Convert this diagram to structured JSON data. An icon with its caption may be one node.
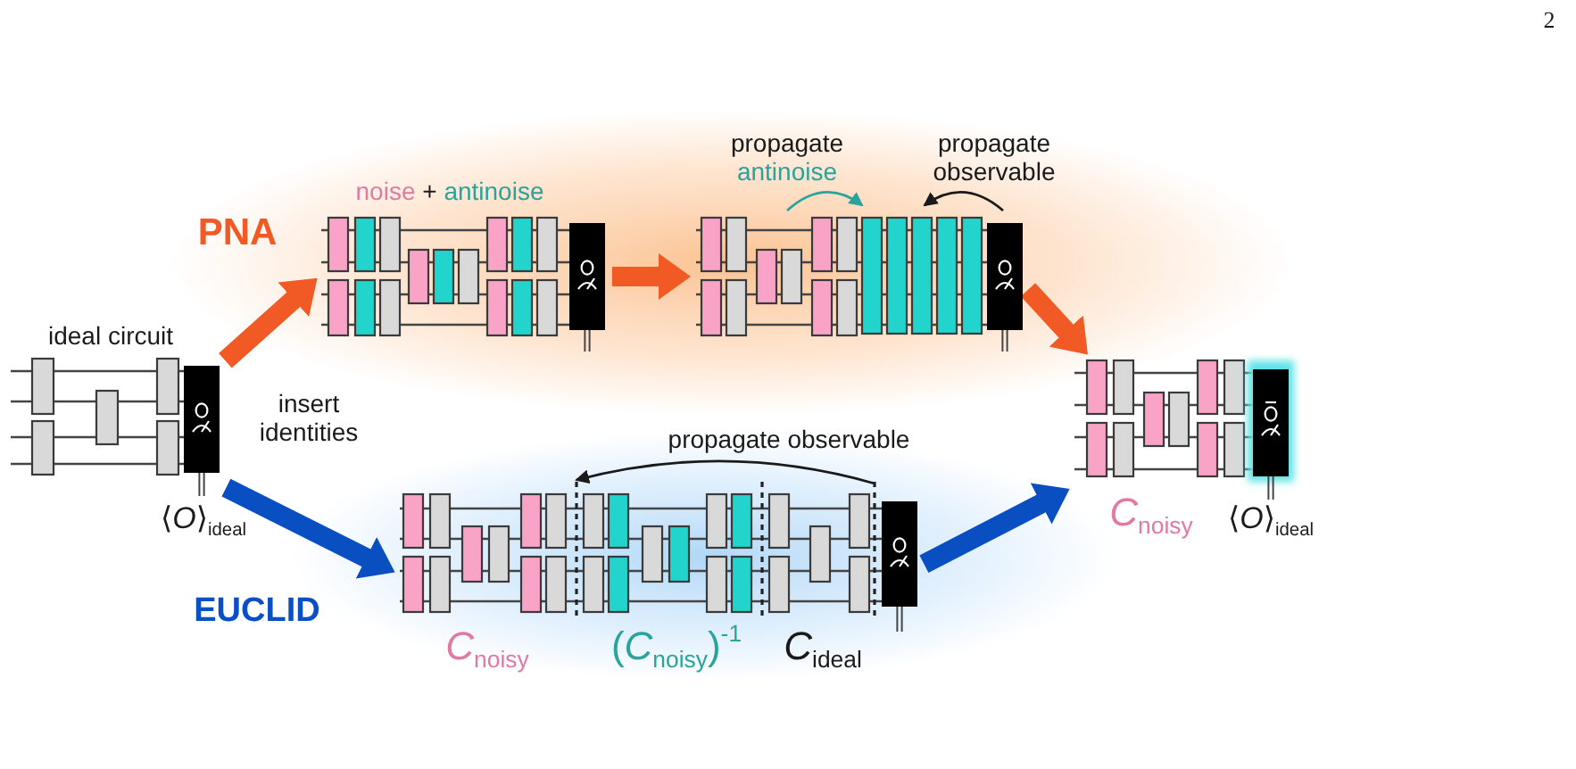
{
  "diagram": {
    "nodes": [
      {
        "text": [
          "ideal circuit"
        ],
        "beside": [
          "⟨*O*⟩$_{ideal}$"
        ]
      },
      {
        "text": [
          "noise + antinoise"
        ]
      },
      {
        "text": [],
        "shape": "picture",
        "beside": [
          "propagate antinoise",
          "propagate observable"
        ]
      },
      {
        "text": [],
        "shape": "picture",
        "beside": [
          "propagate observable",
          "*C*$_{noisy}$",
          "(*C*$_{noisy}$)$^{-1}$",
          "*C*$_{ideal}$"
        ]
      },
      {
        "text": [],
        "shape": "picture",
        "beside": [
          "*C*$_{noisy}$",
          "⟨*O*⟩$_{ideal}$"
        ]
      }
    ],
    "edges": [
      {
        "from": 0,
        "to": 1,
        "arrow": "to"
      },
      {
        "from": 1,
        "to": 2,
        "arrow": "to"
      },
      {
        "from": 2,
        "to": 4,
        "arrow": "to"
      },
      {
        "from": 0,
        "to": 3,
        "arrow": "to",
        "color": "#0a4fc2"
      },
      {
        "from": 3,
        "to": 4,
        "arrow": "to",
        "color": "#0a4fc2"
      }
    ],
    "labels": [
      "2",
      "PNA",
      "insert identities",
      "EUCLID"
    ]
  }
}
